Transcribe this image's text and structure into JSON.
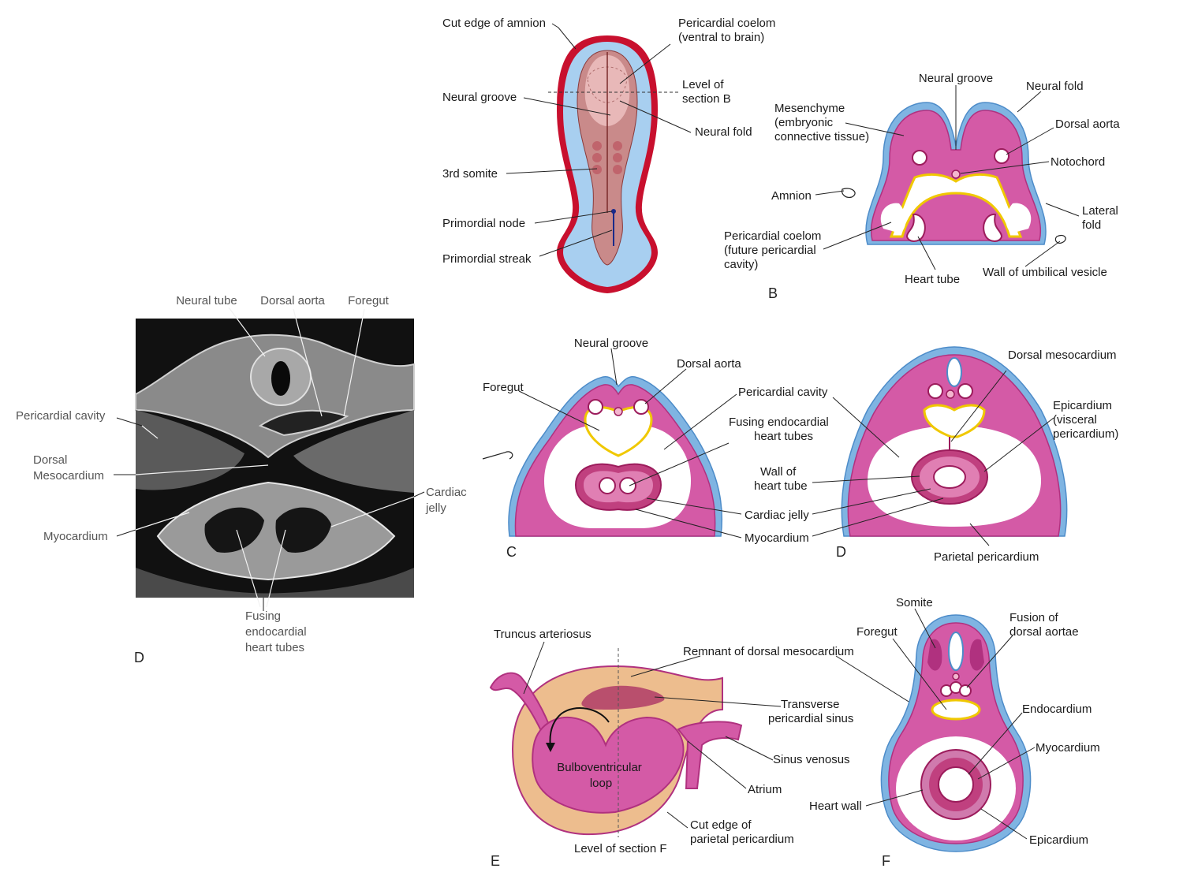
{
  "photo": {
    "labels": {
      "neural_tube": "Neural tube",
      "dorsal_aorta": "Dorsal aorta",
      "foregut": "Foregut",
      "pericardial_cavity": "Pericardial cavity",
      "dorsal_mesocardium_1": "Dorsal",
      "dorsal_mesocardium_2": "Mesocardium",
      "cardiac_jelly_1": "Cardiac",
      "cardiac_jelly_2": "jelly",
      "myocardium": "Myocardium",
      "fusing_1": "Fusing",
      "fusing_2": "endocardial",
      "fusing_3": "heart tubes",
      "panel": "D"
    }
  },
  "panel_a": {
    "labels": {
      "cut_edge_amnion": "Cut edge of amnion",
      "pericardial_coelom_1": "Pericardial coelom",
      "pericardial_coelom_2": "(ventral to brain)",
      "neural_groove": "Neural groove",
      "level_section_b_1": "Level of",
      "level_section_b_2": "section B",
      "neural_fold": "Neural fold",
      "third_somite": "3rd somite",
      "primordial_node": "Primordial node",
      "primordial_streak": "Primordial streak"
    }
  },
  "panel_b": {
    "labels": {
      "neural_groove": "Neural groove",
      "neural_fold": "Neural fold",
      "mesenchyme_1": "Mesenchyme",
      "mesenchyme_2": "(embryonic",
      "mesenchyme_3": "connective tissue)",
      "dorsal_aorta": "Dorsal aorta",
      "notochord": "Notochord",
      "amnion": "Amnion",
      "lateral_fold_1": "Lateral",
      "lateral_fold_2": "fold",
      "pericardial_coelom_1": "Pericardial coelom",
      "pericardial_coelom_2": "(future pericardial",
      "pericardial_coelom_3": "cavity)",
      "heart_tube": "Heart tube",
      "wall_umbilical": "Wall of umbilical vesicle",
      "panel": "B"
    }
  },
  "panel_c": {
    "labels": {
      "neural_groove": "Neural groove",
      "dorsal_aorta": "Dorsal aorta",
      "foregut": "Foregut",
      "pericardial_cavity": "Pericardial cavity",
      "fusing_1": "Fusing endocardial",
      "fusing_2": "heart tubes",
      "wall_heart_1": "Wall of",
      "wall_heart_2": "heart tube",
      "cardiac_jelly": "Cardiac jelly",
      "myocardium": "Myocardium",
      "panel": "C"
    }
  },
  "panel_d": {
    "labels": {
      "dorsal_mesocardium": "Dorsal mesocardium",
      "epicardium_1": "Epicardium",
      "epicardium_2": "(visceral",
      "epicardium_3": "pericardium)",
      "parietal_pericardium": "Parietal pericardium",
      "panel": "D"
    }
  },
  "panel_e": {
    "labels": {
      "truncus": "Truncus arteriosus",
      "remnant": "Remnant of dorsal mesocardium",
      "transverse_1": "Transverse",
      "transverse_2": "pericardial sinus",
      "sinus_venosus": "Sinus venosus",
      "atrium": "Atrium",
      "bulbo_1": "Bulboventricular",
      "bulbo_2": "loop",
      "cut_edge_1": "Cut edge of",
      "cut_edge_2": "parietal pericardium",
      "level_f": "Level of section F",
      "panel": "E"
    }
  },
  "panel_f": {
    "labels": {
      "somite": "Somite",
      "foregut": "Foregut",
      "fusion_1": "Fusion of",
      "fusion_2": "dorsal aortae",
      "endocardium": "Endocardium",
      "myocardium": "Myocardium",
      "heart_wall": "Heart wall",
      "epicardium": "Epicardium",
      "panel": "F"
    }
  },
  "colors": {
    "mesoderm": "#d45aa6",
    "ectoderm": "#7fb4e2",
    "endoderm": "#f0c800",
    "amnion_edge": "#c8102e",
    "photo_bg": "#111111"
  }
}
